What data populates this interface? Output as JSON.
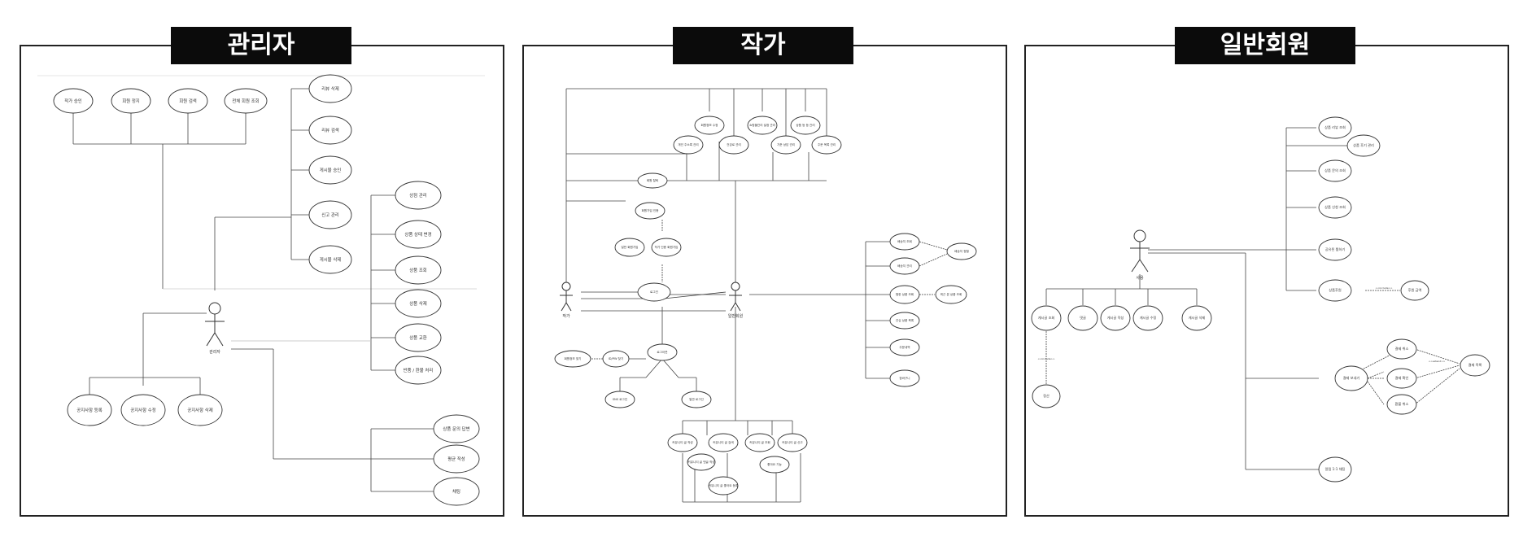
{
  "panels": [
    {
      "title": "관리자",
      "actor": "관리자",
      "use_cases": [
        "작가 승인",
        "회원 정지",
        "회원 검색",
        "전체 회원 조회",
        "리뷰 삭제",
        "리뷰 검색",
        "게시물 승인",
        "신고 관리",
        "게시물 삭제",
        "상점 관리",
        "상품 상태 변경",
        "상품 조회",
        "상품 삭제",
        "상품 교환",
        "반품 / 환불 처리",
        "공지사항 등록",
        "공지사항 수정",
        "공지사항 삭제",
        "상품 문의 답변",
        "평균 작성",
        "채팅"
      ]
    },
    {
      "title": "작가",
      "actors": [
        "작가",
        "일반회원"
      ],
      "use_cases": [
        "회원정보 수정",
        "쇼핑몰관리 설정 관리",
        "상품 등 등 관리",
        "개인 주소록 관리",
        "건강로 관리",
        "기준 상담 관리",
        "주문 목록 관리",
        "회원 탈퇴",
        "회원가입 인증",
        "일반 회원가입",
        "작가 인증 회원가입",
        "로그인",
        "로그아웃",
        "회원정보 찾기",
        "ID/PW 찾기",
        "SNS 로그인",
        "일반 로그인",
        "커뮤니티 글 작성",
        "커뮤니티 글 검색",
        "커뮤니티 글 조회",
        "커뮤니티 글 신고",
        "커뮤니티 글 댓글 작성",
        "커뮤니티 글 좋아요 등록",
        "좋아요 기능",
        "배송지 조회",
        "배송지 관리",
        "찜한 상품 조회",
        "관심 상품 목록",
        "주문내역",
        "장바구니",
        "배송지 정렬",
        "최근 본 상품 조회"
      ]
    },
    {
      "title": "일반회원",
      "actor": "사용",
      "use_cases": [
        "상품 리뷰 조회",
        "상품 후기 관리",
        "상품 문의 조회",
        "상품 신청 조회",
        "공유된 찜하기",
        "상품후원",
        "후원 금액",
        "게시글 조회",
        "댓글",
        "게시글 작성",
        "게시글 수정",
        "게시글 삭제",
        "정산",
        "결제 보내기",
        "결제 취소",
        "결제 확인",
        "환불 취소",
        "결제 목록",
        "알림 1:1 채팅"
      ],
      "stereotypes": [
        "<<include>>",
        "<<extend>>"
      ]
    }
  ]
}
